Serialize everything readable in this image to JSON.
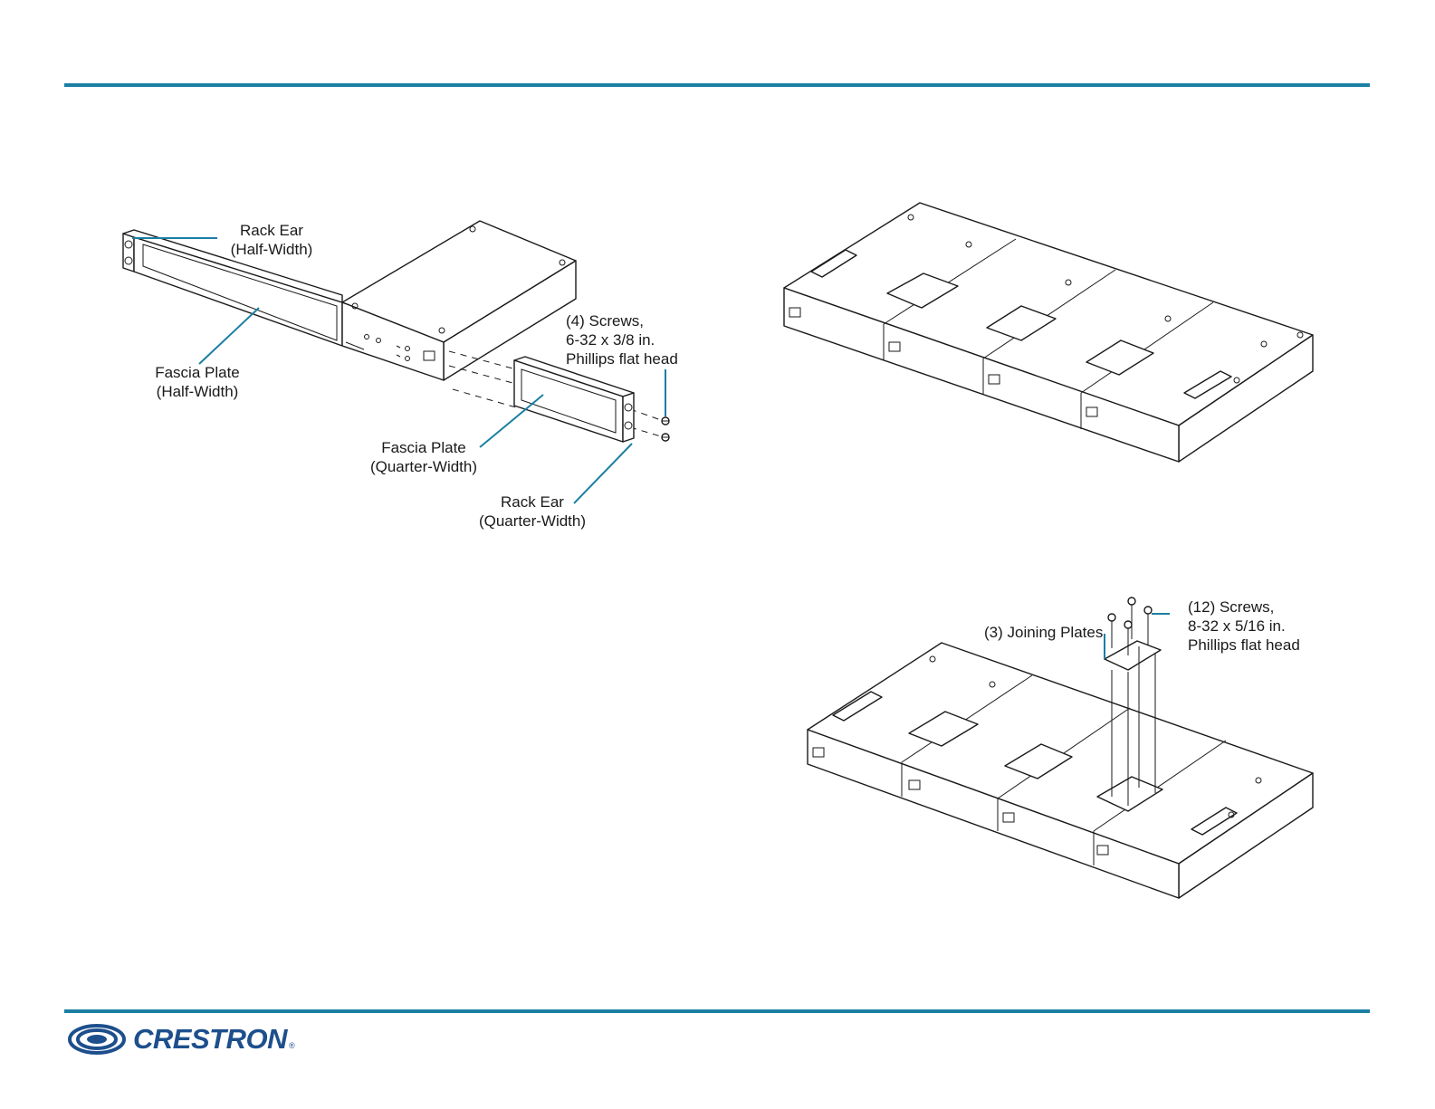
{
  "labels": {
    "rack_ear_half": [
      "Rack Ear",
      "(Half-Width)"
    ],
    "fascia_plate_half": [
      "Fascia Plate",
      "(Half-Width)"
    ],
    "screws_4": [
      "(4) Screws,",
      "6-32 x 3/8 in.",
      "Phillips flat head"
    ],
    "fascia_plate_quarter": [
      "Fascia Plate",
      "(Quarter-Width)"
    ],
    "rack_ear_quarter": [
      "Rack Ear",
      "(Quarter-Width)"
    ],
    "joining_plates": "(3) Joining Plates",
    "screws_12": [
      "(12) Screws,",
      "8-32 x 5/16 in.",
      "Phillips flat head"
    ]
  },
  "brand": {
    "name": "CRESTRON",
    "registered": "®",
    "color": "#1d4f8c"
  },
  "colors": {
    "accent": "#1a7fa3"
  }
}
